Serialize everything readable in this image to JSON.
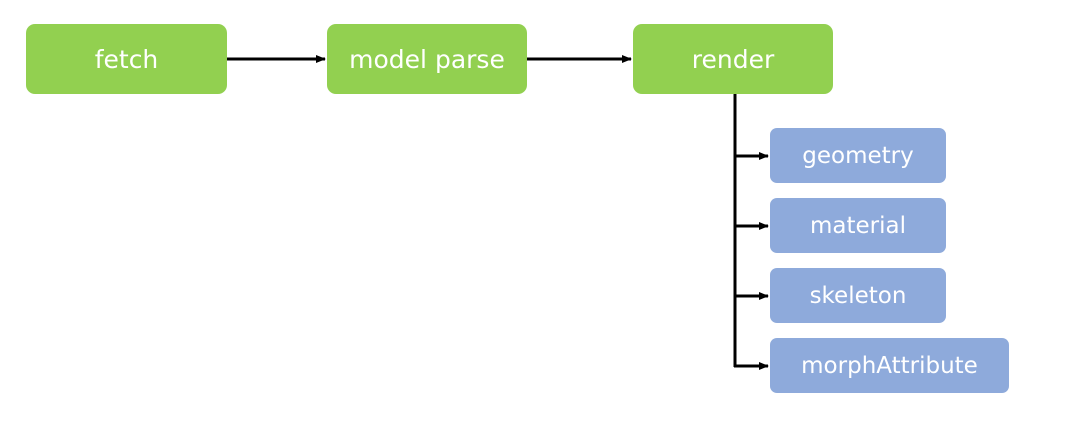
{
  "pipeline": {
    "steps": [
      {
        "label": "fetch"
      },
      {
        "label": "model parse"
      },
      {
        "label": "render"
      }
    ]
  },
  "render_children": [
    {
      "label": "geometry"
    },
    {
      "label": "material"
    },
    {
      "label": "skeleton"
    },
    {
      "label": "morphAttribute"
    }
  ],
  "colors": {
    "pipeline_node": "#92d050",
    "child_node": "#8eaadb",
    "node_text": "#ffffff",
    "connector": "#000000"
  }
}
